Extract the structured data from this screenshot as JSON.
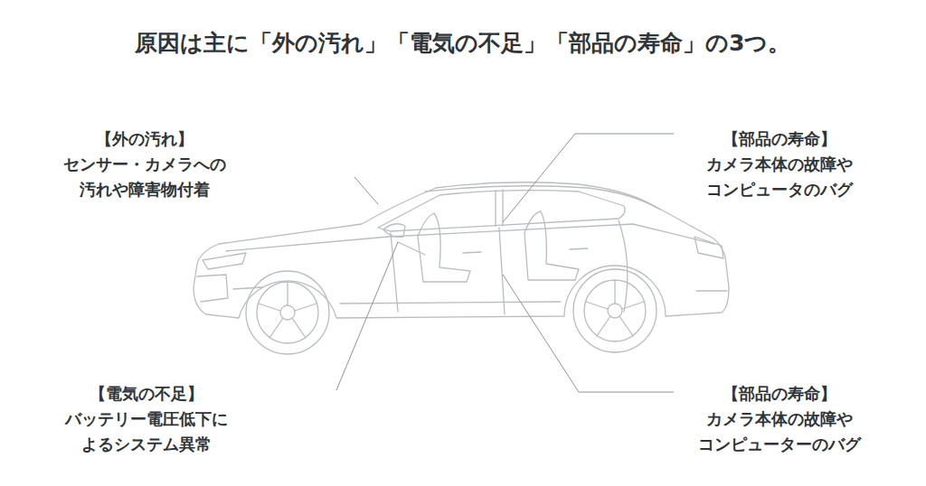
{
  "diagram": {
    "title": "原因は主に「外の汚れ」「電気の不足」「部品の寿命」の3つ。",
    "labels": [
      "【外の汚れ】",
      "センサー・カメラへの 汚れや障害物付着",
      "【部品の寿命】",
      "カメラ本体の故障や コンピュータのバグ",
      "【電気の不足】",
      "バッテリー電圧低下に よるシステム異常",
      "【部品の寿命】",
      "カメラ本体の故障や コンピューターのバグ"
    ]
  }
}
